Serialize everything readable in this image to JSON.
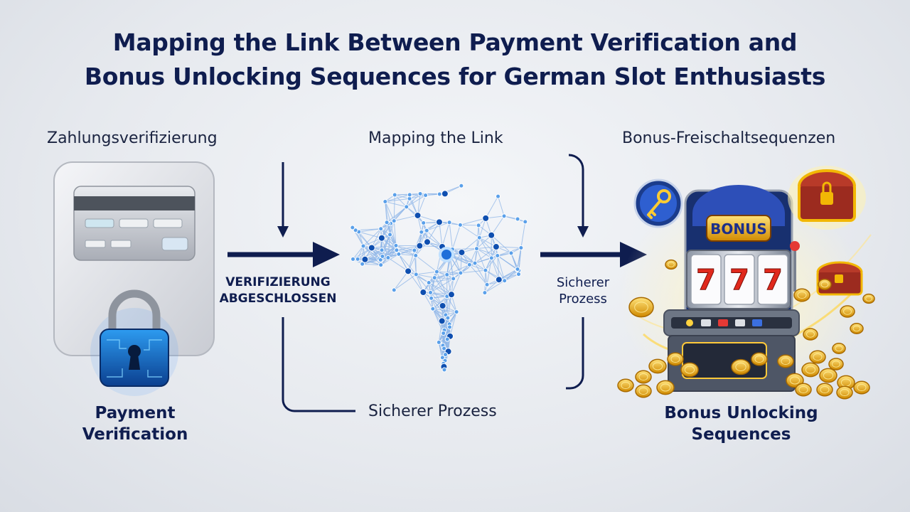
{
  "title": {
    "line1": "Mapping the Link Between Payment Verification and",
    "line2": "Bonus Unlocking Sequences for German Slot Enthusiasts"
  },
  "left": {
    "heading": "Zahlungsverifizierung",
    "caption_line1": "Payment",
    "caption_line2": "Verification"
  },
  "middle": {
    "heading": "Mapping the Link",
    "footer": "Sicherer Prozess"
  },
  "right": {
    "heading": "Bonus-Freischaltsequenzen",
    "caption_line1": "Bonus Unlocking",
    "caption_line2": "Sequences",
    "slot_sign": "BONUS",
    "reel_symbols": [
      "7",
      "7",
      "7"
    ]
  },
  "connectors": {
    "left_label_line1": "VERIFIZIERUNG",
    "left_label_line2": "ABGESCHLOSSEN",
    "right_label_line1": "Sicherer",
    "right_label_line2": "Prozess"
  },
  "colors": {
    "navy": "#0f1d4f",
    "accent_blue": "#1e6fd9",
    "gold": "#f2b705"
  },
  "icons": [
    "credit-card-icon",
    "padlock-icon",
    "network-brain-icon",
    "key-icon",
    "treasure-chest-icon",
    "slot-machine-icon",
    "coin-icon"
  ]
}
